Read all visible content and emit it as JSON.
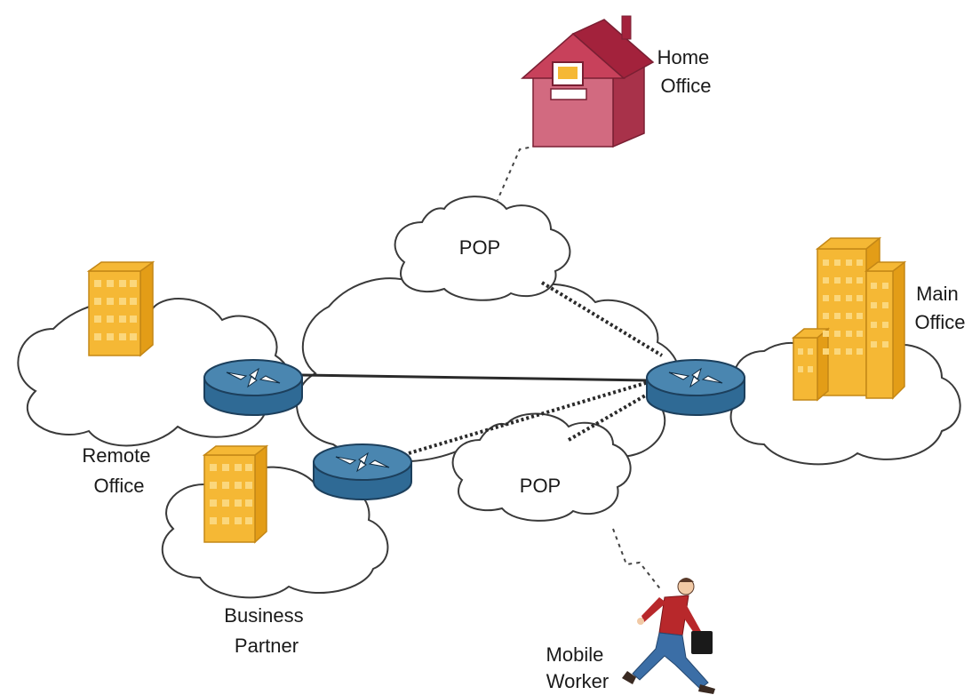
{
  "diagram": {
    "nodes": {
      "home_office": {
        "label_line1": "Home",
        "label_line2": "Office"
      },
      "main_office": {
        "label_line1": "Main",
        "label_line2": "Office"
      },
      "remote_office": {
        "label_line1": "Remote",
        "label_line2": "Office"
      },
      "business_partner": {
        "label_line1": "Business",
        "label_line2": "Partner"
      },
      "mobile_worker": {
        "label_line1": "Mobile",
        "label_line2": "Worker"
      },
      "pop_top": {
        "label": "POP"
      },
      "pop_bottom": {
        "label": "POP"
      }
    },
    "colors": {
      "router": "#4a86b0",
      "building": "#f5b835",
      "house": "#c8415b",
      "person_shirt": "#b8282b",
      "person_pants": "#3b6ea6"
    }
  }
}
